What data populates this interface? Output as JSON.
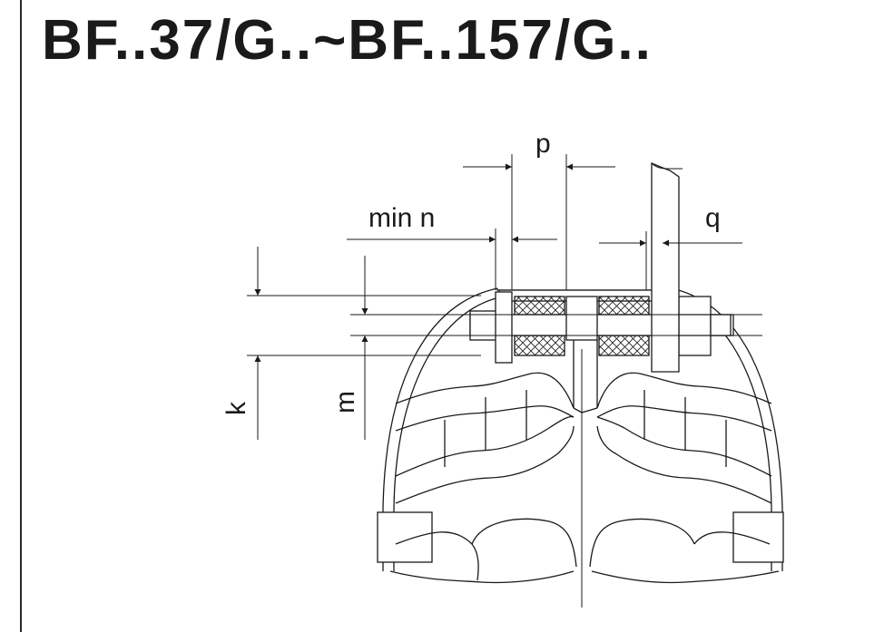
{
  "title": "BF..37/G..~BF..157/G..",
  "labels": {
    "p": "p",
    "min_n": "min n",
    "q": "q",
    "k": "k",
    "m": "m"
  },
  "colors": {
    "line": "#1a1a1a",
    "background": "#ffffff"
  }
}
